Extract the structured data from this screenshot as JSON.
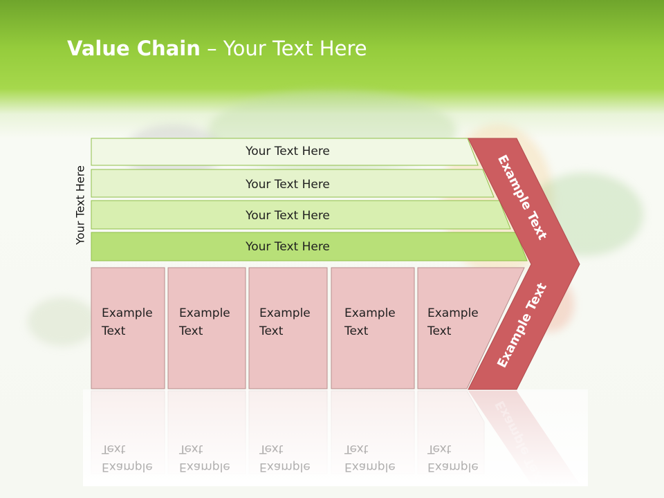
{
  "title": {
    "bold": "Value Chain",
    "rest": " – Your Text Here"
  },
  "side_label": "Your Text Here",
  "bands": [
    "Your Text Here",
    "Your Text Here",
    "Your Text Here",
    "Your Text Here"
  ],
  "boxes": [
    {
      "line1": "Example",
      "line2": "Text"
    },
    {
      "line1": "Example",
      "line2": "Text"
    },
    {
      "line1": "Example",
      "line2": "Text"
    },
    {
      "line1": "Example",
      "line2": "Text"
    },
    {
      "line1": "Example",
      "line2": "Text"
    }
  ],
  "chevron": {
    "upper": "Example Text",
    "lower": "Example Text"
  },
  "colors": {
    "header_green": "#95cc3c",
    "band_fills": [
      "#f1f8e4",
      "#e5f3cc",
      "#d8efb0",
      "#b8e078"
    ],
    "band_stroke": "#8fbf4a",
    "box_fill": "#ecc3c3",
    "box_stroke": "#b88e8e",
    "chevron_fill": "#cc5d60"
  }
}
